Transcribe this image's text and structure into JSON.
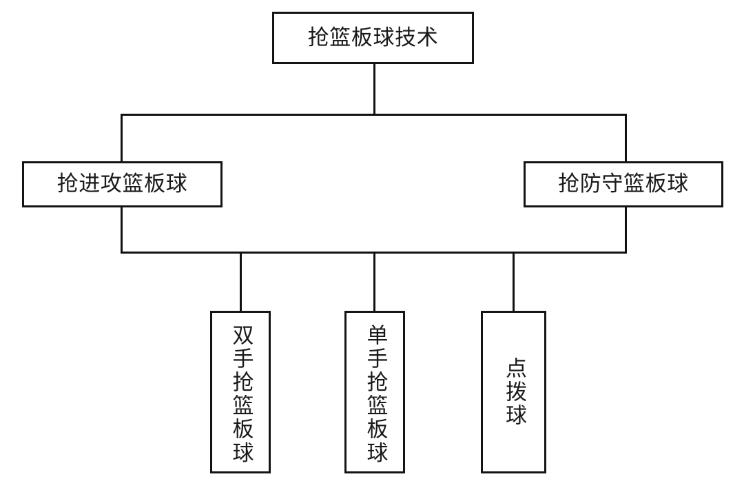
{
  "diagram": {
    "type": "hierarchy-tree",
    "title": "抢篮板球技术",
    "orientation": "top-down",
    "colors": {
      "background": "#ffffff",
      "line": "#111111",
      "box_border": "#141414",
      "text": "#1a1a1a"
    },
    "nodes": {
      "root": {
        "label": "抢篮板球技术",
        "level": 1,
        "text_direction": "horizontal"
      },
      "offense": {
        "label": "抢进攻篮板球",
        "level": 2,
        "text_direction": "horizontal"
      },
      "defense": {
        "label": "抢防守篮板球",
        "level": 2,
        "text_direction": "horizontal"
      },
      "two_hand": {
        "label": "双手抢篮板球",
        "level": 3,
        "text_direction": "vertical"
      },
      "one_hand": {
        "label": "单手抢篮板球",
        "level": 3,
        "text_direction": "vertical"
      },
      "tip_ball": {
        "label": "点拨球",
        "level": 3,
        "text_direction": "vertical"
      }
    },
    "edges": [
      {
        "from": "root",
        "to": "offense"
      },
      {
        "from": "root",
        "to": "defense"
      },
      {
        "from": "root",
        "to": "two_hand"
      },
      {
        "from": "root",
        "to": "one_hand"
      },
      {
        "from": "root",
        "to": "tip_ball"
      }
    ]
  }
}
